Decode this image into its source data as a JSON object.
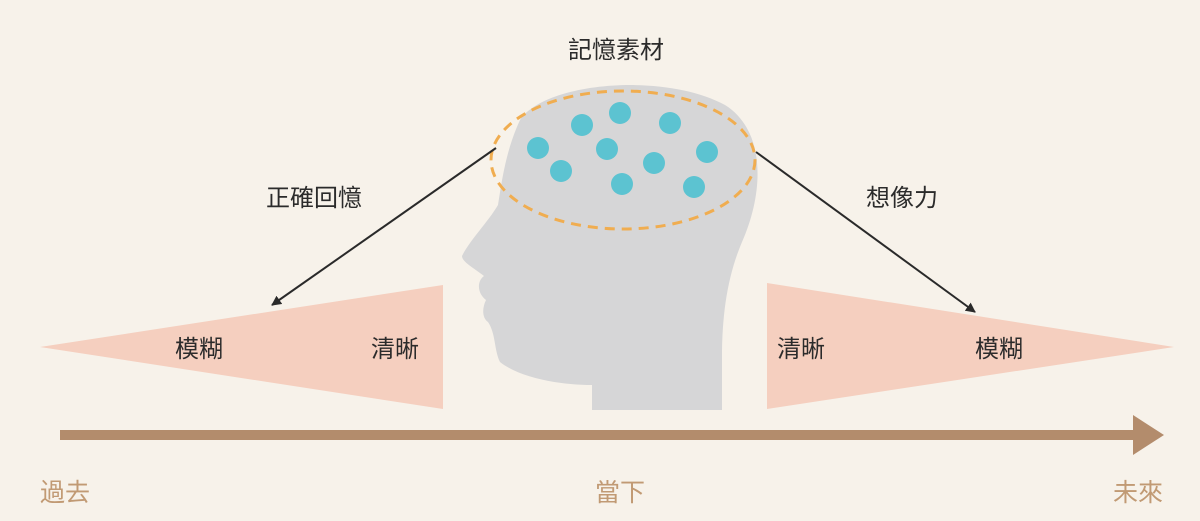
{
  "diagram": {
    "top_label": "記憶素材",
    "left_arrow_label": "正確回憶",
    "right_arrow_label": "想像力",
    "left_wedge": {
      "far_label": "模糊",
      "near_label": "清晰"
    },
    "right_wedge": {
      "near_label": "清晰",
      "far_label": "模糊"
    },
    "timeline": {
      "past": "過去",
      "present": "當下",
      "future": "未來"
    }
  },
  "colors": {
    "background": "#f7f2ea",
    "head": "#d6d6d7",
    "memory_dots": "#5cc3d1",
    "dashed_outline": "#f0ad50",
    "wedge": "#f5cfbf",
    "timeline_arrow": "#b38c6c",
    "timeline_text": "#c19a74"
  }
}
